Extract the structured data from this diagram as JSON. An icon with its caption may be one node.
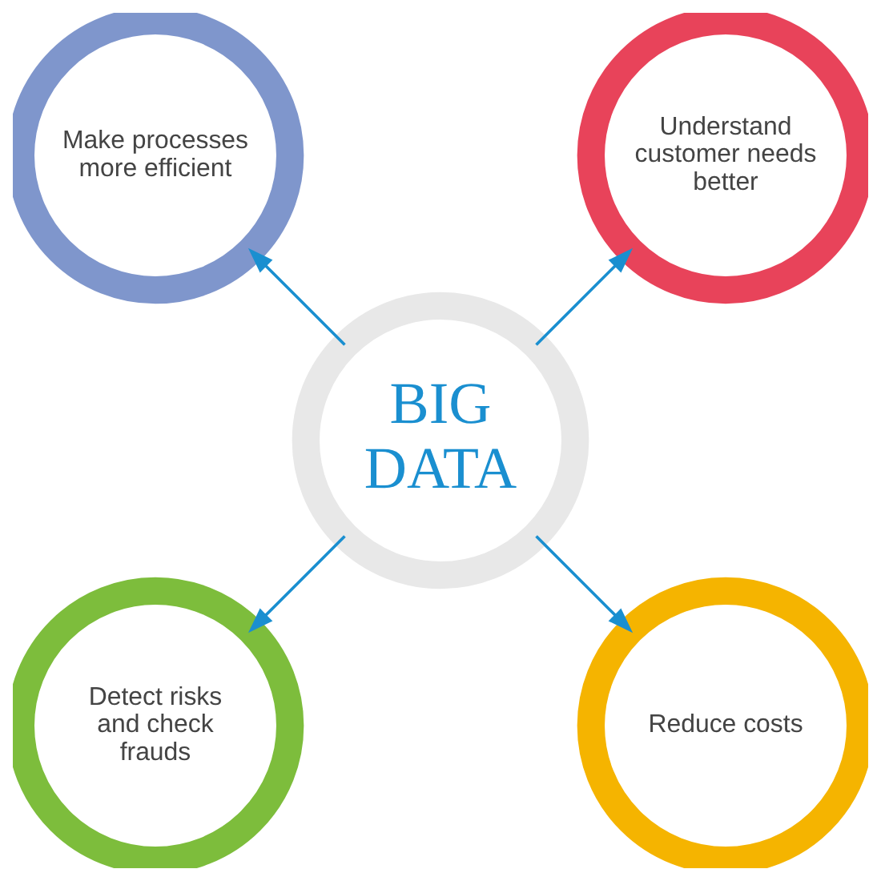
{
  "diagram": {
    "nodes": [
      {
        "text": [
          "BIG DATA"
        ]
      },
      {
        "text": [
          "Understand customer needs better"
        ]
      },
      {
        "text": [
          "Make processes more efficient"
        ]
      },
      {
        "text": [
          "Detect risks and check frauds"
        ]
      },
      {
        "text": [
          "Reduce costs"
        ]
      }
    ],
    "edges": [
      {
        "from": 0,
        "to": 1,
        "arrow": "to"
      },
      {
        "from": 0,
        "to": 2,
        "arrow": "to"
      },
      {
        "from": 0,
        "to": 3,
        "arrow": "to"
      },
      {
        "from": 0,
        "to": 4,
        "arrow": "to"
      }
    ]
  }
}
